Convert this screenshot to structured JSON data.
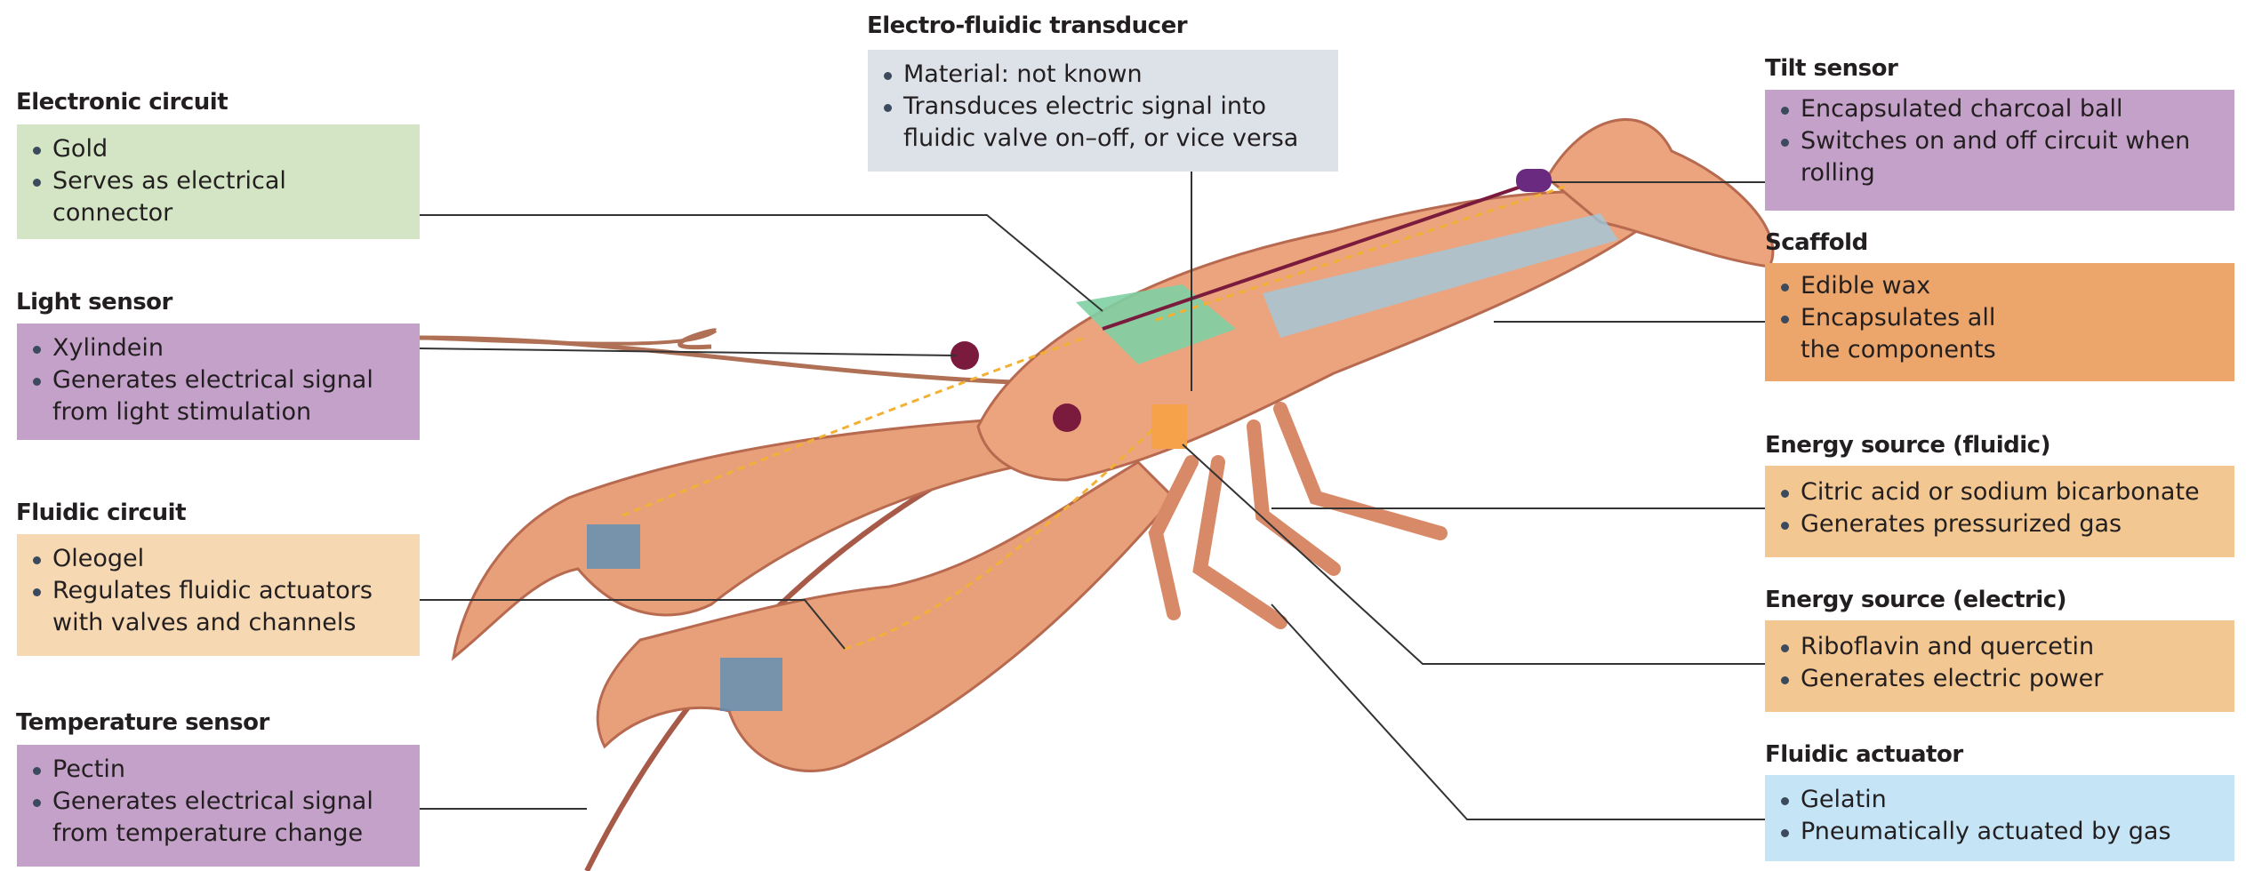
{
  "colors": {
    "green": "#d3e5c4",
    "purple": "#c4a1c9",
    "light_orange": "#f6d8b2",
    "orange": "#eca66b",
    "peach": "#f3c791",
    "blue": "#c5e4f6",
    "grey": "#dde2e9"
  },
  "labels": {
    "electronic_circuit": {
      "title": "Electronic circuit",
      "items": [
        "Gold",
        "Serves as electrical connector"
      ]
    },
    "light_sensor": {
      "title": "Light sensor",
      "items": [
        "Xylindein",
        "Generates electrical signal from light stimulation"
      ]
    },
    "fluidic_circuit": {
      "title": "Fluidic circuit",
      "items": [
        "Oleogel",
        "Regulates fluidic actuators with valves and channels"
      ]
    },
    "temperature_sensor": {
      "title": "Temperature sensor",
      "items": [
        "Pectin",
        "Generates electrical signal from temperature change"
      ]
    },
    "transducer": {
      "title": "Electro-fluidic transducer",
      "items": [
        "Material: not known",
        "Transduces electric signal into fluidic valve on–off, or vice versa"
      ]
    },
    "tilt_sensor": {
      "title": "Tilt sensor",
      "items": [
        "Encapsulated charcoal ball",
        "Switches on and off circuit when rolling"
      ]
    },
    "scaffold": {
      "title": "Scaffold",
      "items": [
        "Edible wax",
        "Encapsulates all the components"
      ]
    },
    "energy_fluidic": {
      "title": "Energy source (fluidic)",
      "items": [
        "Citric acid or sodium bicarbonate",
        "Generates pressurized gas"
      ]
    },
    "energy_electric": {
      "title": "Energy source (electric)",
      "items": [
        "Riboflavin and quercetin",
        "Generates electric power"
      ]
    },
    "fluidic_actuator": {
      "title": "Fluidic actuator",
      "items": [
        "Gelatin",
        "Pneumatically actuated by gas"
      ]
    }
  }
}
